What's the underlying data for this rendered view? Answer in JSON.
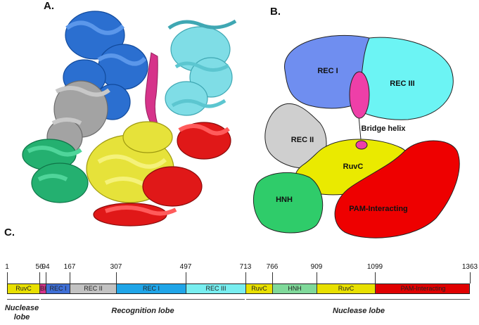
{
  "panels": {
    "a": "A.",
    "b": "B.",
    "c": "C."
  },
  "cartoon": {
    "rec1": "REC I",
    "rec3": "REC III",
    "rec2": "REC II",
    "bridge": "Bridge helix",
    "ruvc": "RuvC",
    "hnh": "HNH",
    "pam": "PAM-Interacting"
  },
  "positions": [
    "1",
    "56",
    "94",
    "167",
    "307",
    "497",
    "713",
    "766",
    "909",
    "1099",
    "1363"
  ],
  "segments": [
    {
      "label": "RuvC",
      "start": 1,
      "end": 56,
      "color": "#e8e000"
    },
    {
      "label": "BH",
      "start": 56,
      "end": 94,
      "color": "#d6338a"
    },
    {
      "label": "REC I",
      "start": 94,
      "end": 167,
      "color": "#3f6fd6"
    },
    {
      "label": "REC II",
      "start": 167,
      "end": 307,
      "color": "#c2c2c2"
    },
    {
      "label": "REC I",
      "start": 307,
      "end": 497,
      "color": "#1fa5e8"
    },
    {
      "label": "REC III",
      "start": 497,
      "end": 713,
      "color": "#78eef0"
    },
    {
      "label": "RuvC",
      "start": 713,
      "end": 766,
      "color": "#e8e000"
    },
    {
      "label": "HNH",
      "start": 766,
      "end": 909,
      "color": "#7fd99a"
    },
    {
      "label": "RuvC",
      "start": 909,
      "end": 1099,
      "color": "#e8e000"
    },
    {
      "label": "PAM-Interacting",
      "start": 1099,
      "end": 1363,
      "color": "#e00000"
    }
  ],
  "lobes": {
    "nuclease_left": "Nuclease\nlobe",
    "recognition": "Recognition lobe",
    "nuclease_right": "Nuclease lobe"
  },
  "colors": {
    "rec1": "#6f8ef0",
    "rec3": "#6cf4f4",
    "rec2": "#cfcfcf",
    "bridge": "#ee3fa8",
    "ruvc": "#eaea00",
    "hnh": "#2fcc6a",
    "pam": "#ee0000"
  }
}
